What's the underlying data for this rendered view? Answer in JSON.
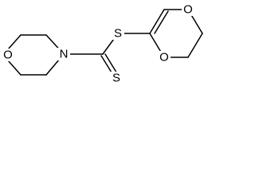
{
  "structure": {
    "atoms": {
      "o_morpholine": "O",
      "n_morpholine": "N",
      "s_thioether": "S",
      "s_thione": "S",
      "o_dioxin_top": "O",
      "o_dioxin_bottom": "O"
    },
    "colors": {
      "bond": "#000000",
      "label": "#000000",
      "background": "#ffffff"
    }
  }
}
